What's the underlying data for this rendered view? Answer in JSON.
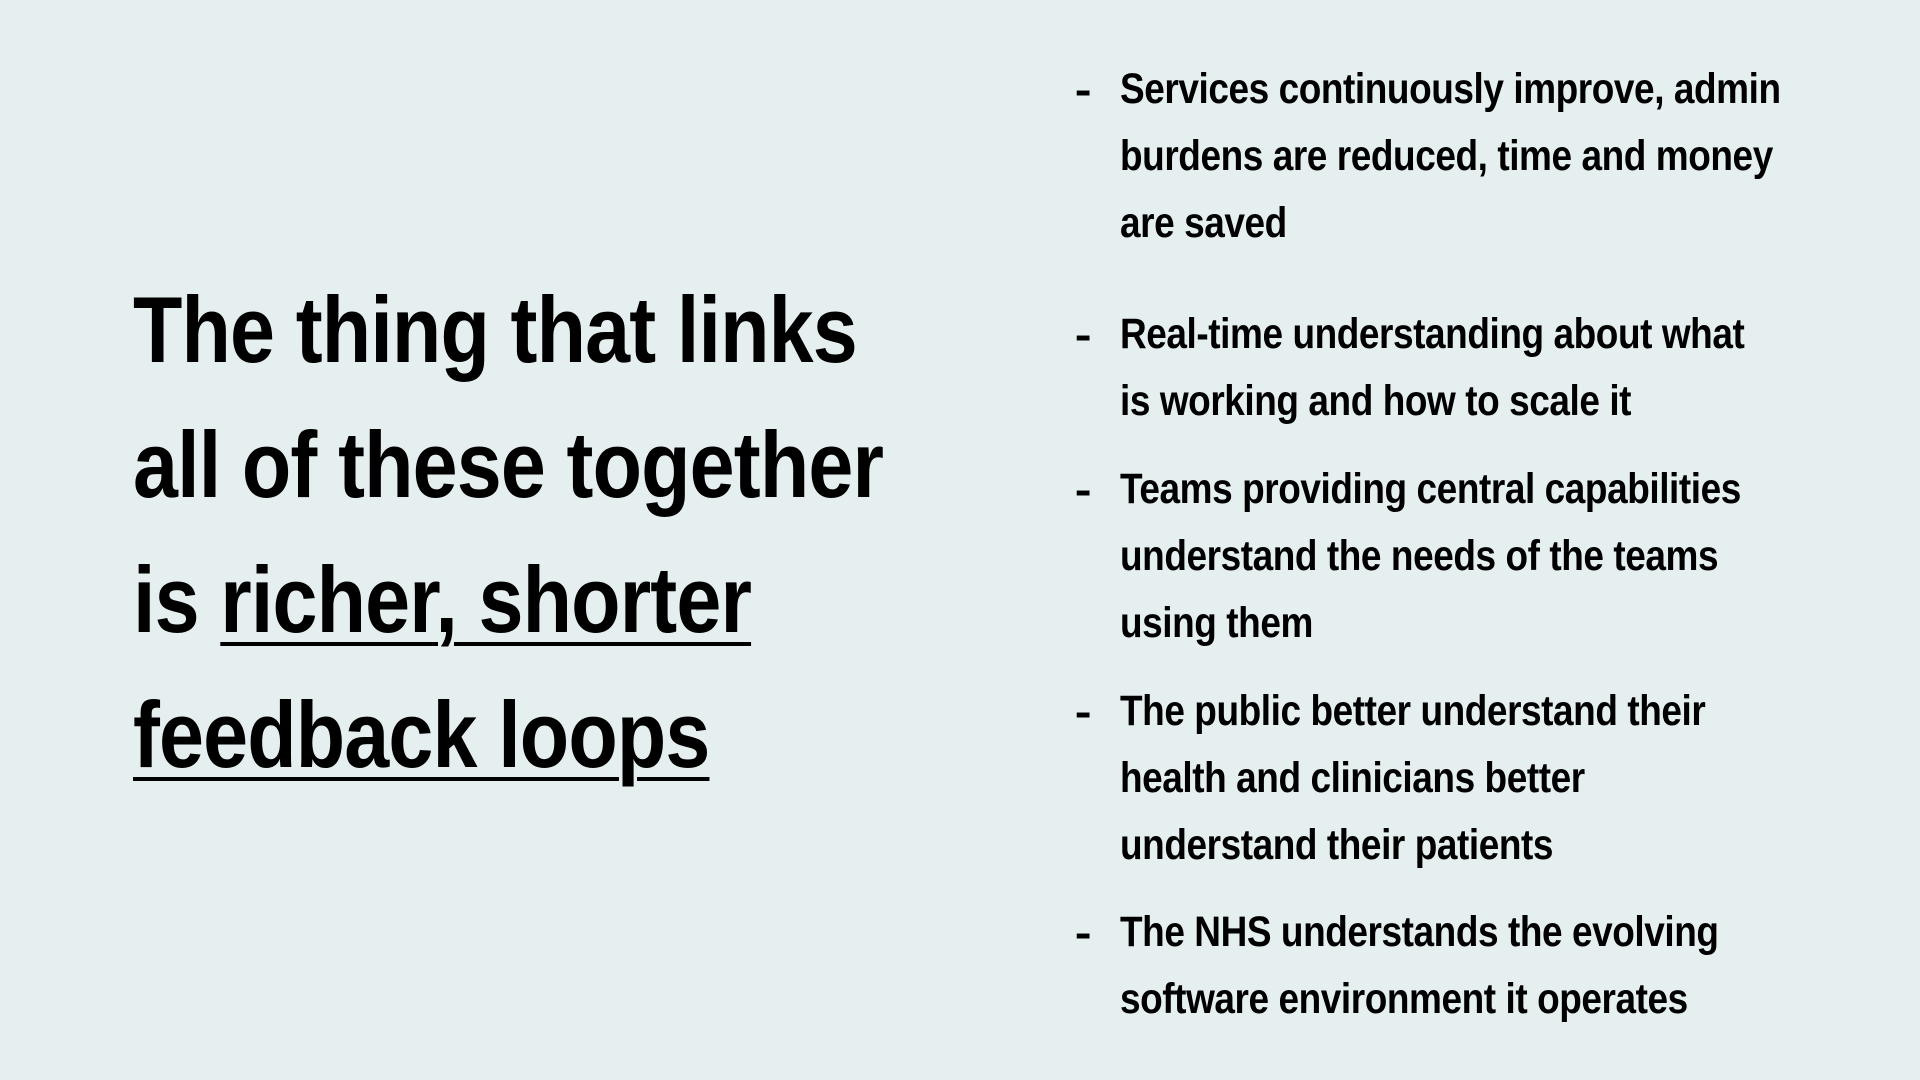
{
  "slide": {
    "background_color": "#e6eff0",
    "text_color": "#000000",
    "heading": {
      "line1": "The thing that links",
      "line2": "all of these together",
      "line3_plain": "is ",
      "line3_underlined": "richer, shorter",
      "line4_underlined": "feedback loops"
    },
    "bullet_marker": "-",
    "bullets": [
      {
        "lines": [
          "Services continuously improve, admin",
          "burdens are reduced, time and money",
          "are saved"
        ]
      },
      {
        "lines": [
          "Real-time understanding about what",
          "is working and how to scale it"
        ]
      },
      {
        "lines": [
          "Teams providing central capabilities",
          "understand the needs of the teams",
          "using them"
        ]
      },
      {
        "lines": [
          "The public better understand their",
          "health and clinicians better",
          "understand their patients"
        ]
      },
      {
        "lines": [
          "The NHS understands the evolving",
          "software environment it operates"
        ]
      }
    ]
  }
}
